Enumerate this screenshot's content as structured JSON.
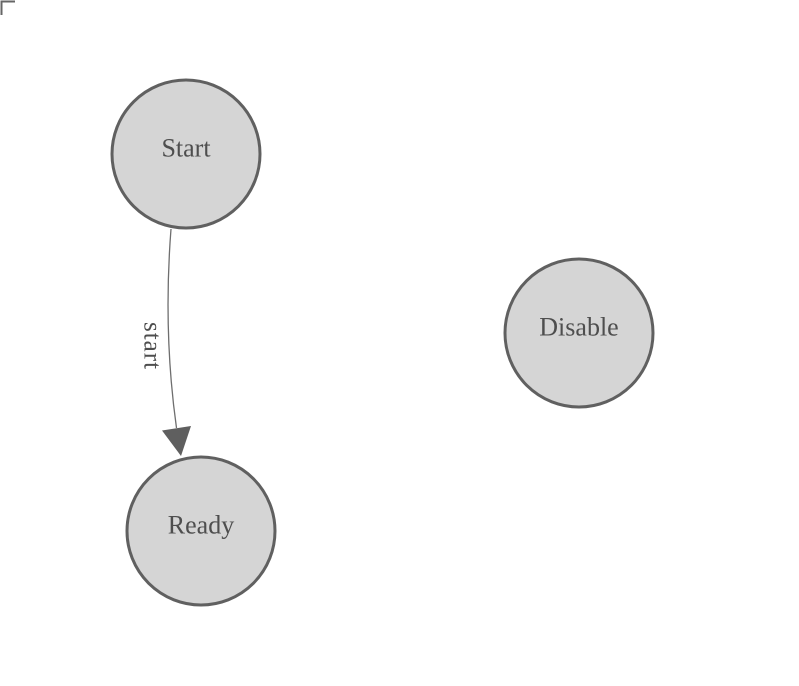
{
  "diagram": {
    "kind": "finite-state-machine",
    "nodes": [
      {
        "id": "start",
        "label": "Start"
      },
      {
        "id": "ready",
        "label": "Ready"
      },
      {
        "id": "disable",
        "label": "Disable"
      }
    ],
    "edges": [
      {
        "id": "start-to-ready",
        "label": "start",
        "from": "Start",
        "to": "Ready"
      }
    ],
    "colors": {
      "background": "#ffffff",
      "node_fill": "#d5d5d5",
      "node_stroke": "#606060",
      "label_text": "#4e4e4e",
      "edge_stroke": "#6e6e6e",
      "arrowhead_fill": "#5f5f5f",
      "origin_marker": "#666666"
    }
  }
}
